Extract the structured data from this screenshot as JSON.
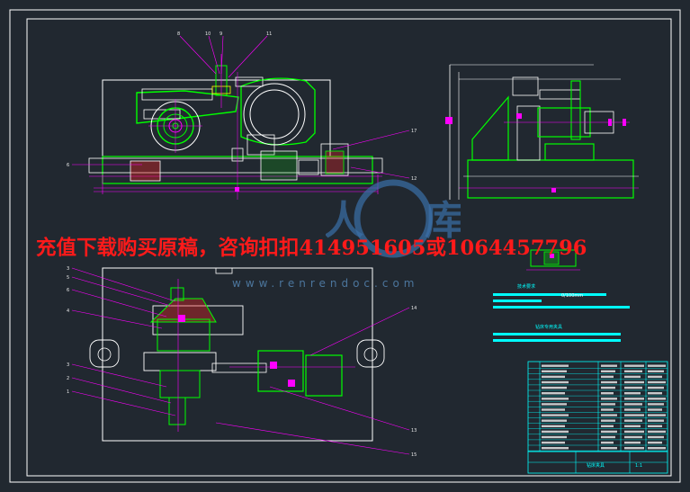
{
  "watermark": {
    "text": "充值下载购买原稿，咨询扣扣414951605或1064457796",
    "site": "www.renrendoc.com",
    "brand": "人人文库"
  },
  "tables": {
    "tech_requirements_title": "技术要求",
    "spec_text": "0/100mm",
    "parts_list_header": "钻床专用夹具",
    "title_block_name": "钻床夹具",
    "title_block_scale": "1:1"
  },
  "colors": {
    "background": "#212830",
    "frame": "#00ff00",
    "detail": "#ffffff",
    "dimension": "#ff00ff",
    "leader": "#ff00ff",
    "table": "#00ffff",
    "watermark": "#ff1a1a"
  }
}
